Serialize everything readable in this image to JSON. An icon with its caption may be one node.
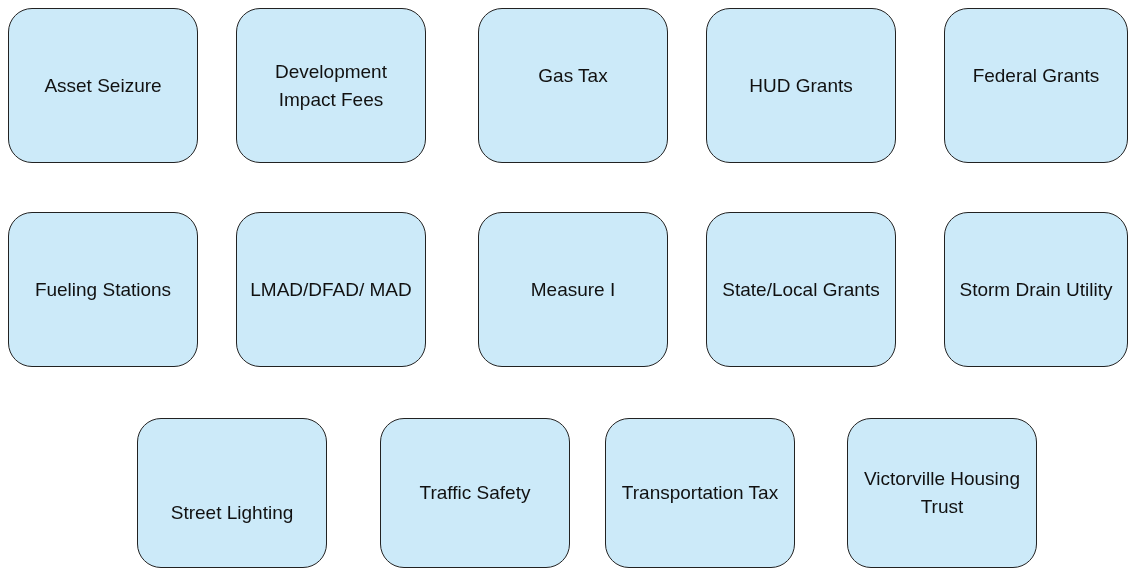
{
  "diagram": {
    "nodes": [
      {
        "text": [
          "Asset Seizure"
        ]
      },
      {
        "text": [
          "Development Impact Fees"
        ]
      },
      {
        "text": [
          "Gas Tax"
        ]
      },
      {
        "text": [
          "HUD Grants"
        ]
      },
      {
        "text": [
          "Federal Grants"
        ]
      },
      {
        "text": [
          "Fueling Stations"
        ]
      },
      {
        "text": [
          "LMAD/DFAD/ MAD"
        ]
      },
      {
        "text": [
          "Measure I"
        ]
      },
      {
        "text": [
          "State/Local Grants"
        ]
      },
      {
        "text": [
          "Storm Drain Utility"
        ]
      },
      {
        "text": [
          "Street Lighting"
        ]
      },
      {
        "text": [
          "Traffic Safety"
        ]
      },
      {
        "text": [
          "Transportation Tax"
        ]
      },
      {
        "text": [
          "Victorville Housing Trust"
        ]
      }
    ]
  }
}
